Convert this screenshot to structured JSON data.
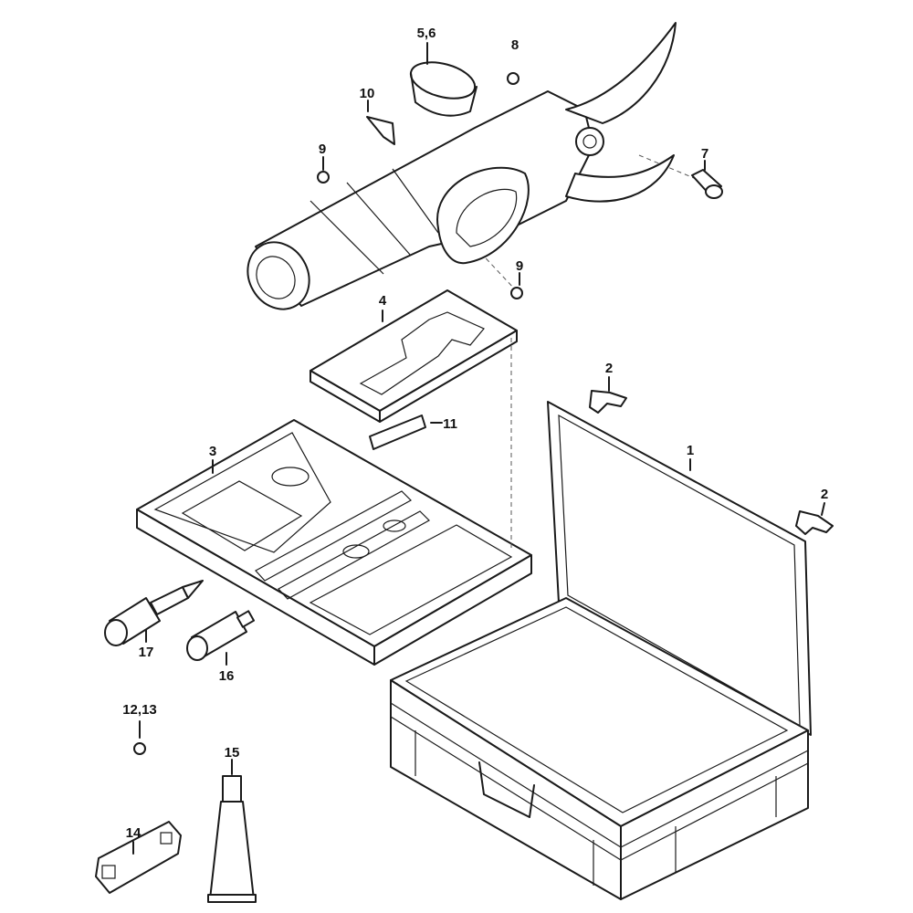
{
  "title": "Pruning shears kit exploded parts diagram",
  "callouts": {
    "p56": "5,6",
    "p8": "8",
    "p10": "10",
    "p9a": "9",
    "p7": "7",
    "p9b": "9",
    "p4": "4",
    "p2a": "2",
    "p11": "11",
    "p3": "3",
    "p1": "1",
    "p2b": "2",
    "p17": "17",
    "p16": "16",
    "p1213": "12,13",
    "p15": "15",
    "p14": "14"
  }
}
